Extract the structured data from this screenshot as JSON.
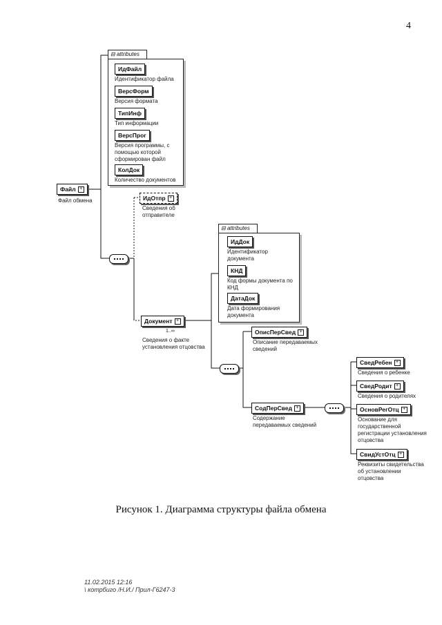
{
  "page_number": "4",
  "caption": "Рисунок 1. Диаграмма структуры файла обмена",
  "stamp": {
    "line1": "11.02.2015 12:16",
    "line2": "\\ котрбиго /Н.И./ Прил-Г6247-3"
  },
  "attributes_label": "attributes",
  "root": {
    "name": "Файл",
    "desc": "Файл обмена"
  },
  "root_attributes": [
    {
      "name": "ИдФайл",
      "desc": "Идентификатор файла"
    },
    {
      "name": "ВерсФорм",
      "desc": "Версия формата"
    },
    {
      "name": "ТипИнф",
      "desc": "Тип информации"
    },
    {
      "name": "ВерсПрог",
      "desc": "Версия программы, с помощью которой сформирован файл"
    },
    {
      "name": "КолДок",
      "desc": "Количество документов"
    }
  ],
  "idotpr": {
    "name": "ИдОтпр",
    "desc": "Сведения об отправителе"
  },
  "document": {
    "name": "Документ",
    "occurs": "1..∞",
    "desc": "Сведения о факте установления отцовства"
  },
  "document_attributes": [
    {
      "name": "ИдДок",
      "desc": "Идентификатор документа"
    },
    {
      "name": "КНД",
      "desc": "Код формы документа по КНД"
    },
    {
      "name": "ДатаДок",
      "desc": "Дата формирования документа"
    }
  ],
  "opisperсved": {
    "name": "ОписПерСвед",
    "desc": "Описание передаваемых сведений"
  },
  "sodpersved": {
    "name": "СодПерСвед",
    "desc": "Содержание передаваемых сведений"
  },
  "children": [
    {
      "name": "СведРебен",
      "desc": "Сведения о ребенке"
    },
    {
      "name": "СведРодит",
      "desc": "Сведения о родителях"
    },
    {
      "name": "ОсновРегОтц",
      "desc": "Основание для государственной регистрации установления отцовства"
    },
    {
      "name": "СвидУстОтц",
      "desc": "Реквизиты свидетельства об установлении отцовства"
    }
  ]
}
